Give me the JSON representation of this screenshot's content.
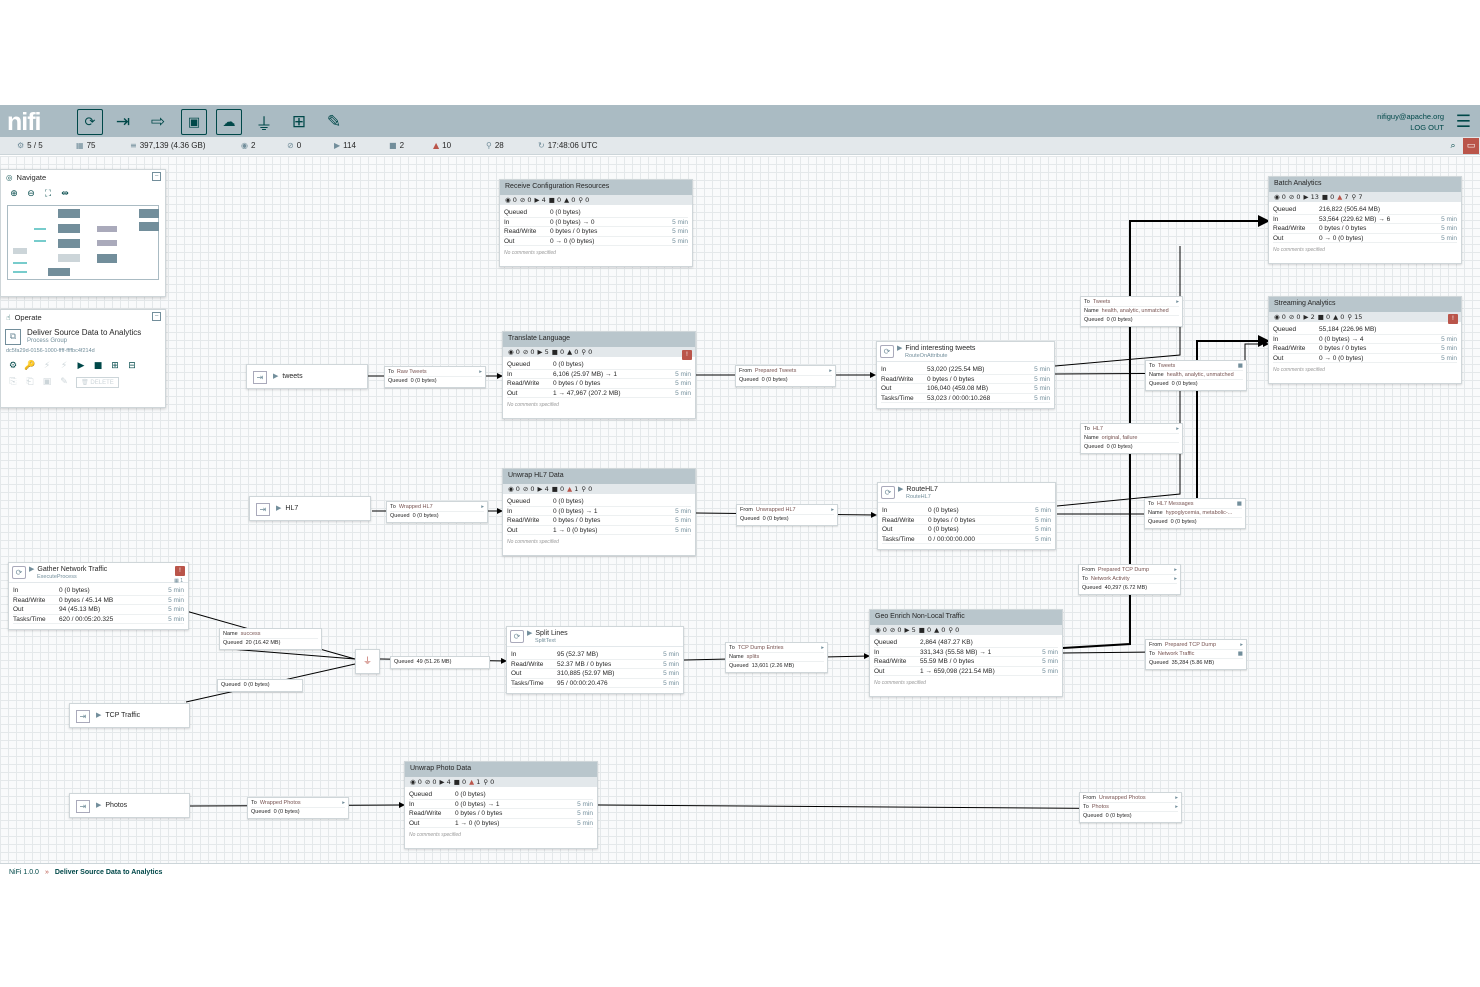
{
  "header": {
    "logo": "nifi",
    "user": "nifiguy@apache.org",
    "logout": "LOG OUT"
  },
  "status": {
    "threads": "5 / 5",
    "processors": "75",
    "queued": "397,139 (4.36 GB)",
    "transmitting": "2",
    "not_transmitting": "0",
    "running": "114",
    "stopped": "2",
    "invalid": "10",
    "disabled": "28",
    "refreshed": "17:48:06 UTC"
  },
  "navigate": {
    "title": "Navigate"
  },
  "operate": {
    "title": "Operate",
    "name": "Deliver Source Data to Analytics",
    "type": "Process Group",
    "id": "dc5fa29d-0156-1000-ffff-ffffbc4f214d",
    "delete": "DELETE"
  },
  "groups": {
    "receive_config": {
      "title": "Receive Configuration Resources",
      "icons": [
        "0",
        "0",
        "4",
        "0",
        "0",
        "0"
      ],
      "rows": [
        [
          "Queued",
          "0 (0 bytes)",
          ""
        ],
        [
          "In",
          "0 (0 bytes) → 0",
          "5 min"
        ],
        [
          "Read/Write",
          "0 bytes / 0 bytes",
          "5 min"
        ],
        [
          "Out",
          "0 → 0 (0 bytes)",
          "5 min"
        ]
      ],
      "comments": "No comments specified"
    },
    "translate": {
      "title": "Translate Language",
      "icons": [
        "0",
        "0",
        "5",
        "0",
        "0",
        "0"
      ],
      "rows": [
        [
          "Queued",
          "0 (0 bytes)",
          ""
        ],
        [
          "In",
          "6,106 (25.97 MB) → 1",
          "5 min"
        ],
        [
          "Read/Write",
          "0 bytes / 0 bytes",
          "5 min"
        ],
        [
          "Out",
          "1 → 47,967 (207.2 MB)",
          "5 min"
        ]
      ],
      "comments": "No comments specified"
    },
    "unwrap_hl7": {
      "title": "Unwrap HL7 Data",
      "icons": [
        "0",
        "0",
        "4",
        "0",
        "1",
        "0"
      ],
      "rows": [
        [
          "Queued",
          "0 (0 bytes)",
          ""
        ],
        [
          "In",
          "0 (0 bytes) → 1",
          "5 min"
        ],
        [
          "Read/Write",
          "0 bytes / 0 bytes",
          "5 min"
        ],
        [
          "Out",
          "1 → 0 (0 bytes)",
          "5 min"
        ]
      ],
      "comments": "No comments specified"
    },
    "geo_enrich": {
      "title": "Geo Enrich Non-Local Traffic",
      "icons": [
        "0",
        "0",
        "5",
        "0",
        "0",
        "0"
      ],
      "rows": [
        [
          "Queued",
          "2,864 (487.27 KB)",
          ""
        ],
        [
          "In",
          "331,343 (55.58 MB) → 1",
          "5 min"
        ],
        [
          "Read/Write",
          "55.59 MB / 0 bytes",
          "5 min"
        ],
        [
          "Out",
          "1 → 659,098 (221.54 MB)",
          "5 min"
        ]
      ],
      "comments": "No comments specified"
    },
    "unwrap_photo": {
      "title": "Unwrap Photo Data",
      "icons": [
        "0",
        "0",
        "4",
        "0",
        "1",
        "0"
      ],
      "rows": [
        [
          "Queued",
          "0 (0 bytes)",
          ""
        ],
        [
          "In",
          "0 (0 bytes) → 1",
          "5 min"
        ],
        [
          "Read/Write",
          "0 bytes / 0 bytes",
          "5 min"
        ],
        [
          "Out",
          "1 → 0 (0 bytes)",
          "5 min"
        ]
      ],
      "comments": "No comments specified"
    },
    "batch": {
      "title": "Batch Analytics",
      "icons": [
        "0",
        "0",
        "13",
        "0",
        "7",
        "7"
      ],
      "rows": [
        [
          "Queued",
          "216,822 (505.64 MB)",
          ""
        ],
        [
          "In",
          "53,564 (229.62 MB) → 6",
          "5 min"
        ],
        [
          "Read/Write",
          "0 bytes / 0 bytes",
          "5 min"
        ],
        [
          "Out",
          "0 → 0 (0 bytes)",
          "5 min"
        ]
      ],
      "comments": "No comments specified"
    },
    "streaming": {
      "title": "Streaming Analytics",
      "icons": [
        "0",
        "0",
        "2",
        "0",
        "0",
        "15"
      ],
      "rows": [
        [
          "Queued",
          "55,184 (226.96 MB)",
          ""
        ],
        [
          "In",
          "0 (0 bytes) → 4",
          "5 min"
        ],
        [
          "Read/Write",
          "0 bytes / 0 bytes",
          "5 min"
        ],
        [
          "Out",
          "0 → 0 (0 bytes)",
          "5 min"
        ]
      ],
      "comments": "No comments specified"
    }
  },
  "processors": {
    "find_tweets": {
      "name": "Find interesting tweets",
      "type": "RouteOnAttribute",
      "rows": [
        [
          "In",
          "53,020 (225.54 MB)",
          "5 min"
        ],
        [
          "Read/Write",
          "0 bytes / 0 bytes",
          "5 min"
        ],
        [
          "Out",
          "106,040 (459.08 MB)",
          "5 min"
        ],
        [
          "Tasks/Time",
          "53,023 / 00:00:10.268",
          "5 min"
        ]
      ]
    },
    "route_hl7": {
      "name": "RouteHL7",
      "type": "RouteHL7",
      "rows": [
        [
          "In",
          "0 (0 bytes)",
          "5 min"
        ],
        [
          "Read/Write",
          "0 bytes / 0 bytes",
          "5 min"
        ],
        [
          "Out",
          "0 (0 bytes)",
          "5 min"
        ],
        [
          "Tasks/Time",
          "0 / 00:00:00.000",
          "5 min"
        ]
      ]
    },
    "gather": {
      "name": "Gather Network Traffic",
      "type": "ExecuteProcess",
      "badge": "1",
      "rows": [
        [
          "In",
          "0 (0 bytes)",
          "5 min"
        ],
        [
          "Read/Write",
          "0 bytes / 45.14 MB",
          "5 min"
        ],
        [
          "Out",
          "94 (45.13 MB)",
          "5 min"
        ],
        [
          "Tasks/Time",
          "620 / 00:05:20.325",
          "5 min"
        ]
      ]
    },
    "split": {
      "name": "Split Lines",
      "type": "SplitText",
      "rows": [
        [
          "In",
          "95 (52.37 MB)",
          "5 min"
        ],
        [
          "Read/Write",
          "52.37 MB / 0 bytes",
          "5 min"
        ],
        [
          "Out",
          "310,885 (52.97 MB)",
          "5 min"
        ],
        [
          "Tasks/Time",
          "95 / 00:00:20.476",
          "5 min"
        ]
      ]
    }
  },
  "ports": {
    "tweets": "tweets",
    "hl7": "HL7",
    "tcp": "TCP Traffic",
    "photos": "Photos"
  },
  "connections": [
    {
      "id": "c1",
      "lines": [
        [
          "To",
          "Raw Tweets"
        ],
        [
          "Queued",
          "0 (0 bytes)"
        ]
      ]
    },
    {
      "id": "c2",
      "lines": [
        [
          "From",
          "Prepared Tweets"
        ],
        [
          "Queued",
          "0 (0 bytes)"
        ]
      ]
    },
    {
      "id": "c3",
      "lines": [
        [
          "To",
          "Wrapped HL7"
        ],
        [
          "Queued",
          "0 (0 bytes)"
        ]
      ]
    },
    {
      "id": "c4",
      "lines": [
        [
          "From",
          "Unwrapped HL7"
        ],
        [
          "Queued",
          "0 (0 bytes)"
        ]
      ]
    },
    {
      "id": "c5",
      "lines": [
        [
          "Name",
          "success"
        ],
        [
          "Queued",
          "20 (16.42 MB)"
        ]
      ]
    },
    {
      "id": "c6",
      "lines": [
        [
          "Queued",
          "0 (0 bytes)"
        ]
      ]
    },
    {
      "id": "c7",
      "lines": [
        [
          "Queued",
          "49 (51.26 MB)"
        ]
      ]
    },
    {
      "id": "c8",
      "lines": [
        [
          "To",
          "TCP Dump Entries"
        ],
        [
          "Name",
          "splits"
        ],
        [
          "Queued",
          "13,601 (2.26 MB)"
        ]
      ]
    },
    {
      "id": "c9",
      "lines": [
        [
          "To",
          "Wrapped Photos"
        ],
        [
          "Queued",
          "0 (0 bytes)"
        ]
      ]
    },
    {
      "id": "c10",
      "lines": [
        [
          "To",
          "Tweets"
        ],
        [
          "Name",
          "health, analytic, unmatched"
        ],
        [
          "Queued",
          "0 (0 bytes)"
        ]
      ]
    },
    {
      "id": "c11",
      "lines": [
        [
          "To",
          "Tweets"
        ],
        [
          "Name",
          "health, analytic, unmatched"
        ],
        [
          "Queued",
          "0 (0 bytes)"
        ]
      ]
    },
    {
      "id": "c12",
      "lines": [
        [
          "To",
          "HL7"
        ],
        [
          "Name",
          "original, failure"
        ],
        [
          "Queued",
          "0 (0 bytes)"
        ]
      ]
    },
    {
      "id": "c13",
      "lines": [
        [
          "To",
          "HL7 Messages"
        ],
        [
          "Name",
          "hypoglycemia, metabolic-..."
        ],
        [
          "Queued",
          "0 (0 bytes)"
        ]
      ]
    },
    {
      "id": "c14",
      "lines": [
        [
          "From",
          "Prepared TCP Dump"
        ],
        [
          "To",
          "Network Activity"
        ],
        [
          "Queued",
          "40,297 (6.72 MB)"
        ]
      ]
    },
    {
      "id": "c15",
      "lines": [
        [
          "From",
          "Prepared TCP Dump"
        ],
        [
          "To",
          "Network Traffic"
        ],
        [
          "Queued",
          "35,284 (5.86 MB)"
        ]
      ]
    },
    {
      "id": "c16",
      "lines": [
        [
          "From",
          "Unwrapped Photos"
        ],
        [
          "To",
          "Photos"
        ],
        [
          "Queued",
          "0 (0 bytes)"
        ]
      ]
    }
  ],
  "footer": {
    "version": "NiFi 1.0.0",
    "breadcrumb": "Deliver Source Data to Analytics"
  }
}
